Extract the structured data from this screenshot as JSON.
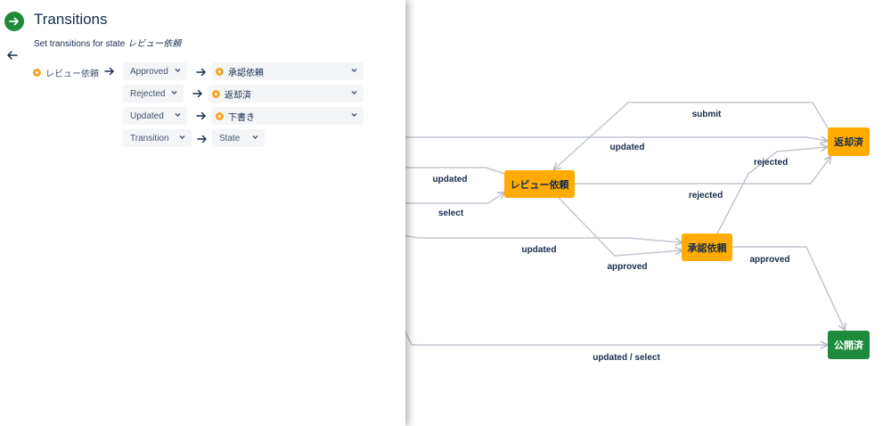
{
  "panel": {
    "title": "Transitions",
    "subtitle_prefix": "Set transitions for state",
    "subtitle_state": "レビュー依頼",
    "source_state": "レビュー依頼",
    "rows": [
      {
        "transition": "Approved",
        "target": "承認依頼"
      },
      {
        "transition": "Rejected",
        "target": "返却済"
      },
      {
        "transition": "Updated",
        "target": "下書き"
      },
      {
        "transition": "Transition",
        "target": "State"
      }
    ]
  },
  "diagram": {
    "nodes": {
      "review": "レビュー依頼",
      "returned": "返却済",
      "approval": "承認依頼",
      "published": "公開済"
    },
    "edges": {
      "submit": "submit",
      "updated_top": "updated",
      "updated_left": "updated",
      "select_left": "select",
      "rejected_mid": "rejected",
      "rejected_up": "rejected",
      "updated_mid": "updated",
      "approved_down": "approved",
      "approved_right": "approved",
      "updated_select": "updated / select"
    }
  },
  "colors": {
    "node_orange": "#ffab00",
    "node_green": "#1e8a3b",
    "edge": "#c1c7d0",
    "state_dot": "#f5a623"
  }
}
